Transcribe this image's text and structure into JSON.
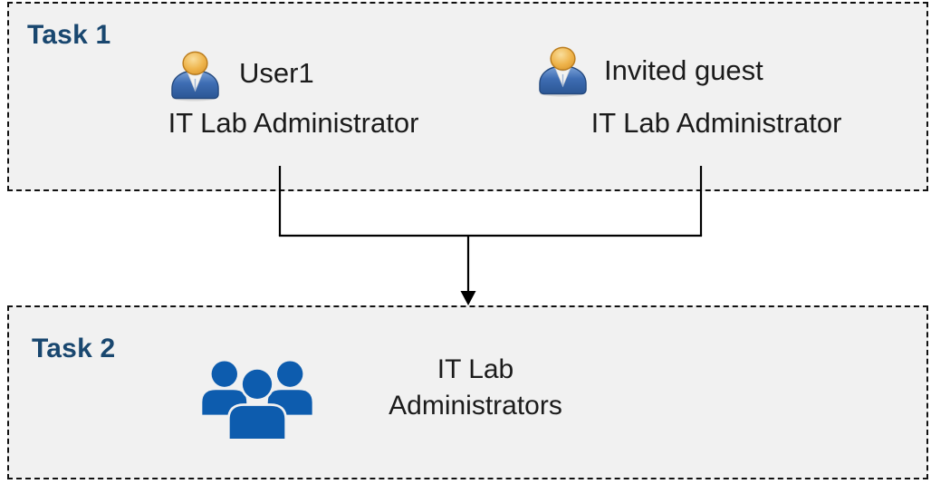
{
  "diagram": {
    "title_hint": "Lab user roles flow diagram",
    "task1": {
      "label": "Task 1",
      "users": [
        {
          "name": "User1",
          "role": "IT Lab Administrator"
        },
        {
          "name": "Invited guest",
          "role": "IT Lab Administrator"
        }
      ]
    },
    "task2": {
      "label": "Task 2",
      "group": {
        "full_name": "IT Lab Administrators",
        "line1": "IT Lab",
        "line2": "Administrators"
      }
    },
    "connector": {
      "type": "merge-arrow",
      "description": "Two lines from Task 1 users merge and point down into Task 2 group"
    },
    "icons": {
      "user": "person-icon",
      "group": "people-group-icon",
      "arrow": "arrowhead-down-icon"
    },
    "colors": {
      "task_label_blue": "#19476F",
      "box_background": "#F1F1F1",
      "box_border": "#111111",
      "group_icon_blue": "#0D5CAE",
      "person_body_blue": "#3E6DB3",
      "person_head_orange": "#EFB54D",
      "connector_black": "#000000",
      "text_black": "#1B1B1B"
    }
  }
}
